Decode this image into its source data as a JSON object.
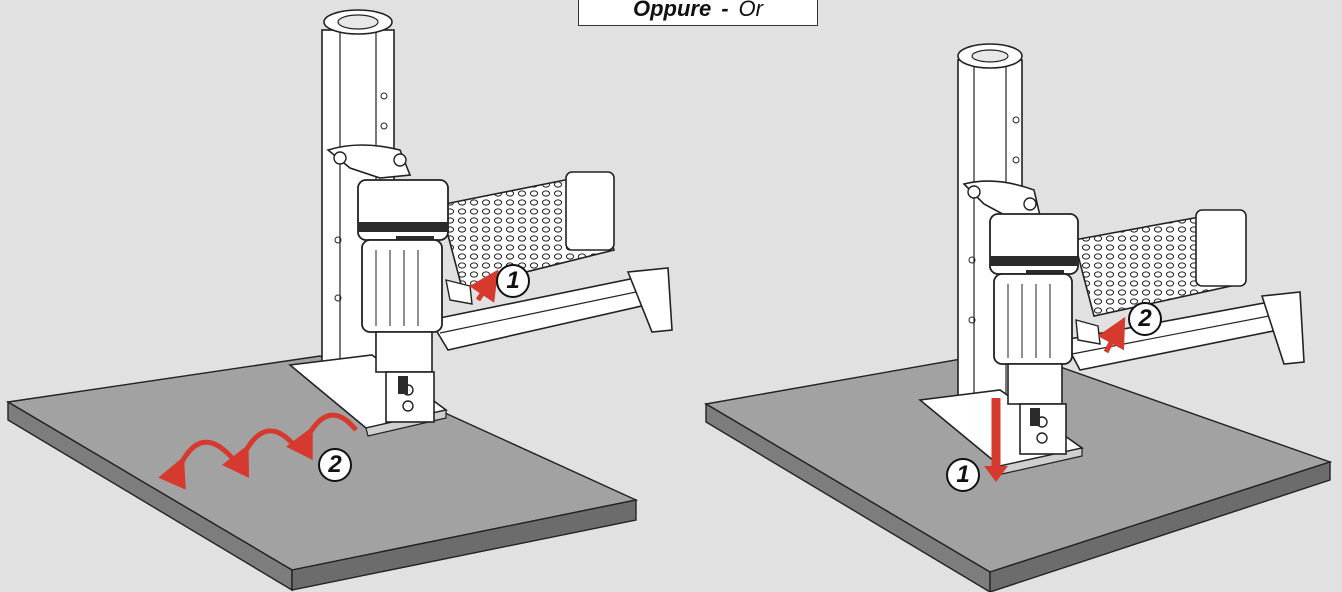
{
  "title": {
    "primary": "Oppure",
    "separator": "-",
    "secondary": "Or"
  },
  "left_figure": {
    "step_labels": [
      "1",
      "2"
    ]
  },
  "right_figure": {
    "step_labels": [
      "1",
      "2"
    ]
  },
  "colors": {
    "background": "#e1e1e1",
    "board": "#9c9c9c",
    "arrow": "#d63a2f",
    "tool_dark": "#2b2b2b",
    "tool_light": "#ffffff"
  }
}
